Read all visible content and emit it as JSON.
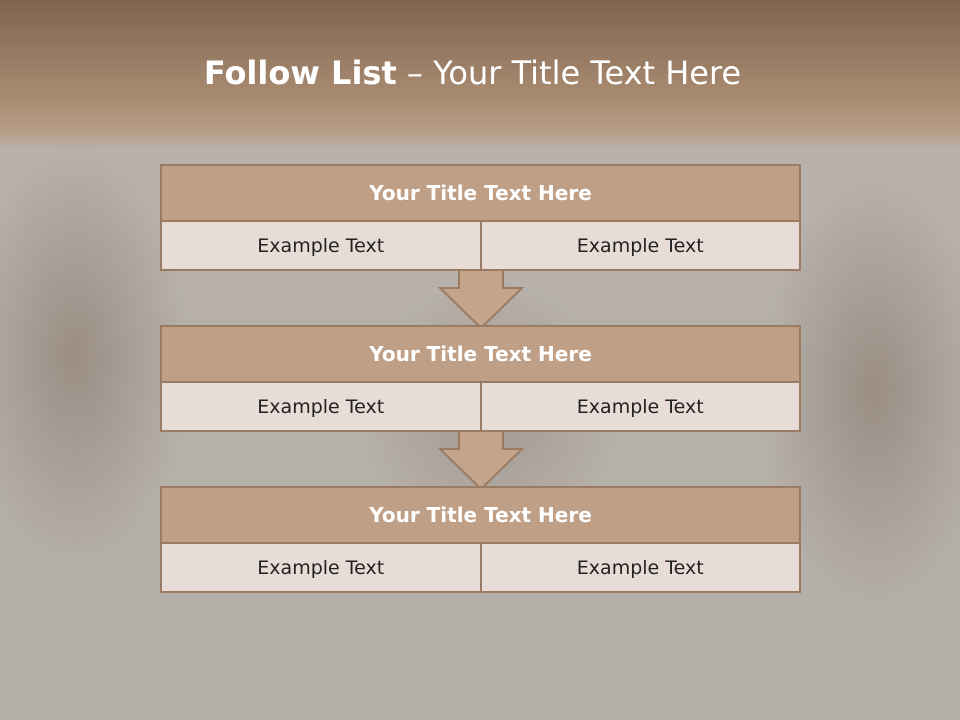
{
  "slide": {
    "title_bold": "Follow List",
    "title_rest": "– Your Title Text Here"
  },
  "blocks": [
    {
      "title": "Your Title Text Here",
      "cells": [
        "Example Text",
        "Example Text"
      ]
    },
    {
      "title": "Your Title Text Here",
      "cells": [
        "Example Text",
        "Example Text"
      ]
    },
    {
      "title": "Your Title Text Here",
      "cells": [
        "Example Text",
        "Example Text"
      ]
    }
  ],
  "colors": {
    "header_fill": "#bf9f86",
    "cell_fill": "#e7dcd6",
    "border": "#9a7c64",
    "arrow_fill": "#c4a48b"
  },
  "icons": [
    "down-arrow-icon"
  ]
}
